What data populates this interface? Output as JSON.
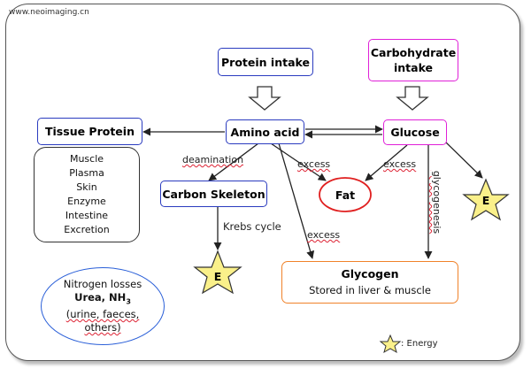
{
  "watermark": "www.neoimaging.cn",
  "nodes": {
    "protein_intake": "Protein intake",
    "carbohydrate_intake": "Carbohydrate intake",
    "amino_acid": "Amino acid",
    "glucose": "Glucose",
    "tissue_protein": "Tissue Protein",
    "carbon_skeleton": "Carbon Skeleton",
    "fat": "Fat",
    "glycogen_title": "Glycogen",
    "glycogen_sub": "Stored in liver & muscle",
    "energy_symbol": "E"
  },
  "tissue_list": [
    "Muscle",
    "Plasma",
    "Skin",
    "Enzyme",
    "Intestine",
    "Excretion"
  ],
  "nitrogen": {
    "title": "Nitrogen losses",
    "compounds": "Urea, NH",
    "subscript": "3",
    "detail": "(urine, faeces, others)"
  },
  "edge_labels": {
    "deamination": "deamination",
    "excess_amino_fat": "excess",
    "excess_glucose_fat": "excess",
    "glycogenesis": "glycogenesis",
    "krebs": "Krebs cycle",
    "excess_amino_glycogen": "excess"
  },
  "legend": {
    "label": ": Energy"
  },
  "colors": {
    "blue_border": "#2a3bbf",
    "magenta_border": "#e020d8",
    "fat_border": "#e02020",
    "glycogen_border": "#f0822a",
    "star_fill": "#faf08a",
    "nitrogen_border": "#2a5fd8"
  }
}
